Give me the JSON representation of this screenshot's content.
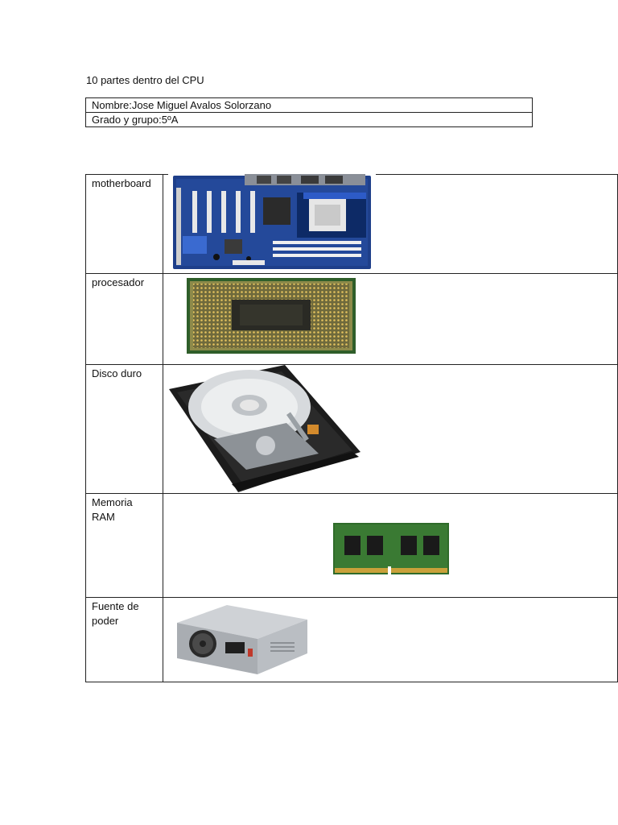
{
  "document": {
    "title": "10 partes dentro del CPU",
    "info": {
      "name_label": "Nombre:Jose Miguel Avalos Solorzano",
      "group_label": "Grado y grupo:5ºA"
    }
  },
  "parts": [
    {
      "label": "motherboard",
      "icon": "motherboard-icon"
    },
    {
      "label": "procesador",
      "icon": "cpu-icon"
    },
    {
      "label": "Disco duro",
      "icon": "hard-disk-icon"
    },
    {
      "label": "Memoria RAM",
      "icon": "ram-icon"
    },
    {
      "label": "Fuente de poder",
      "icon": "power-supply-icon"
    }
  ],
  "colors": {
    "border": "#222222",
    "pcb_blue": "#1e3f8a",
    "pcb_green": "#2f6b2a",
    "gold": "#c9a13a",
    "metal": "#b9bcc0"
  }
}
